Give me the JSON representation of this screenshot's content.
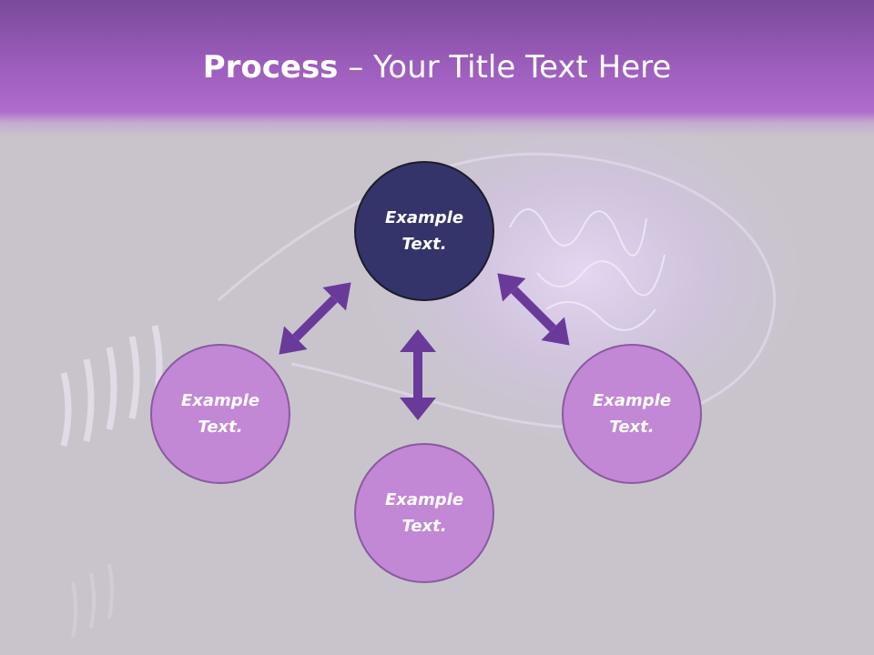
{
  "slide": {
    "title_bold": "Process",
    "title_rest": " – Your Title Text Here"
  },
  "nodes": {
    "top": "Example Text.",
    "left": "Example Text.",
    "right": "Example Text.",
    "bottom": "Example Text."
  },
  "colors": {
    "header": "#9a5cba",
    "dark_node": "#34346a",
    "light_node": "#c287d5",
    "arrow": "#6a3a9a"
  }
}
